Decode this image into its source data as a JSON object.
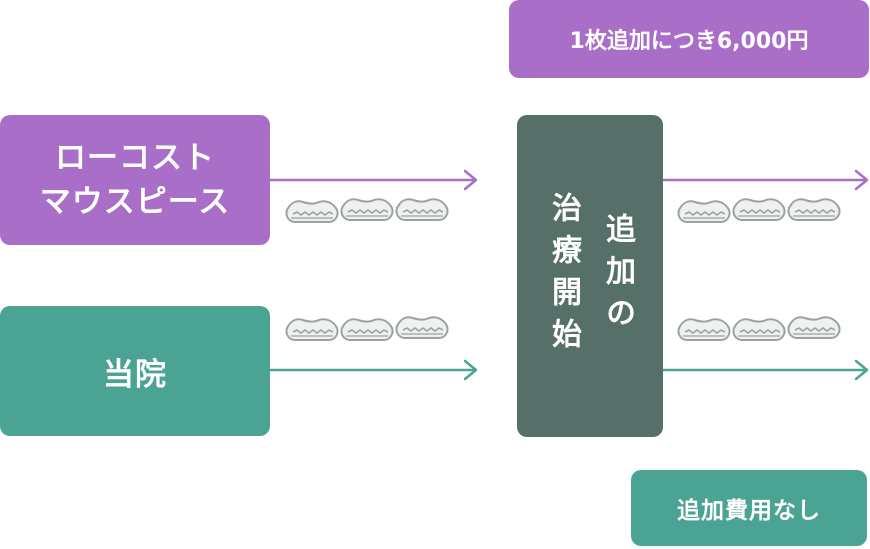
{
  "colors": {
    "purple": "#a96fc8",
    "teal": "#4ba394",
    "dark": "#566f69",
    "aligner_stroke": "#9aa39f",
    "aligner_fill": "#eef1ef"
  },
  "price_label": "1枚追加につき6,000円",
  "low_cost": {
    "line1": "ローコスト",
    "line2": "マウスピース"
  },
  "clinic": {
    "label": "当院"
  },
  "additional_treatment": {
    "col1": "追加の",
    "col2": "治療開始"
  },
  "no_fee_label": "追加費用なし",
  "icons": {
    "aligner": "mouthpiece-aligner-icon"
  }
}
